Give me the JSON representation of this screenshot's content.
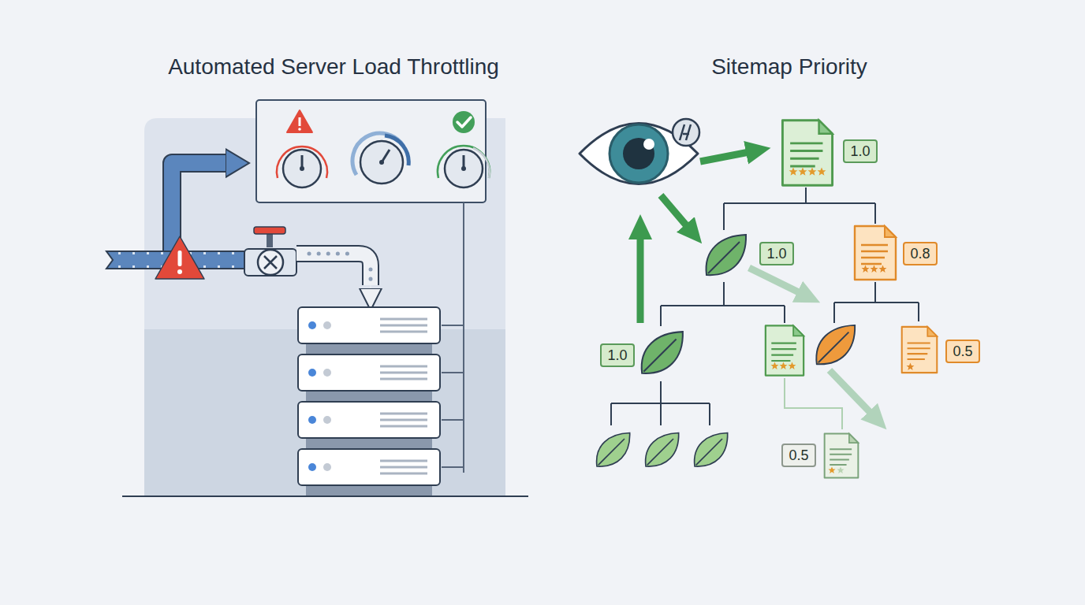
{
  "diagram": {
    "nodes": [
      {
        "text": [
          "1.0"
        ]
      },
      {
        "text": [
          "1.0"
        ]
      },
      {
        "text": [
          "0.8"
        ]
      },
      {
        "text": [
          "1.0"
        ]
      },
      {
        "text": [
          "0.5"
        ]
      },
      {
        "text": [
          "0.5"
        ]
      }
    ],
    "labels": [
      "Automated Server Load Throttling",
      "Sitemap Priority"
    ]
  }
}
